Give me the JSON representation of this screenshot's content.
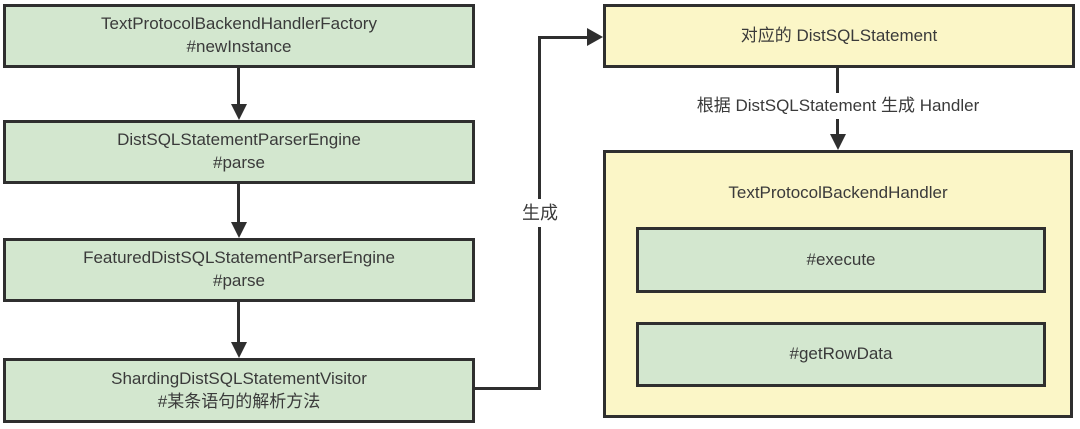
{
  "diagram": {
    "left_flow": {
      "boxes": [
        {
          "title": "TextProtocolBackendHandlerFactory",
          "subtitle": "#newInstance"
        },
        {
          "title": "DistSQLStatementParserEngine",
          "subtitle": "#parse"
        },
        {
          "title": "FeaturedDistSQLStatementParserEngine",
          "subtitle": "#parse"
        },
        {
          "title": "ShardingDistSQLStatementVisitor",
          "subtitle": "#某条语句的解析方法"
        }
      ]
    },
    "connector": {
      "label": "生成"
    },
    "right_flow": {
      "statement_box_label": "对应的 DistSQLStatement",
      "edge_label": "根据 DistSQLStatement 生成 Handler",
      "handler_box": {
        "title": "TextProtocolBackendHandler",
        "methods": [
          "#execute",
          "#getRowData"
        ]
      }
    },
    "colors": {
      "node_green_fill": "#d3e7cf",
      "node_yellow_fill": "#fbf6c7",
      "border": "#2f2f2f",
      "text": "#3a3a3a",
      "background": "#ffffff"
    }
  }
}
